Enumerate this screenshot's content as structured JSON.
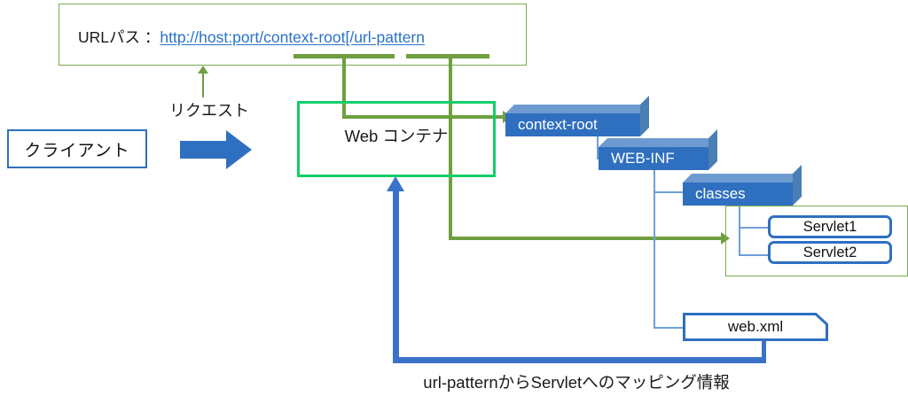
{
  "diagram": {
    "title": "Servlet URL mapping diagram",
    "url_box": {
      "label": "URLパス ：",
      "url": "http://host:port/context-root[/url-pattern",
      "marker_context_root": "context-root underline",
      "marker_url_pattern": "url-pattern underline"
    },
    "request": {
      "label": "リクエスト",
      "arrow_name": "request-up-arrow"
    },
    "client": {
      "label": "クライアント"
    },
    "web_container": {
      "label": "Web コンテナ"
    },
    "tree": [
      {
        "label": "context-root"
      },
      {
        "label": "WEB-INF"
      },
      {
        "label": "classes"
      }
    ],
    "servlets": [
      {
        "label": "Servlet1"
      },
      {
        "label": "Servlet2"
      }
    ],
    "webxml": {
      "label": "web.xml"
    },
    "caption": "url-patternからServletへのマッピング情報",
    "colors": {
      "url_box_border": "#7aab4f",
      "url_link": "#2a72c8",
      "marker_green": "#6f9f3f",
      "container_green": "#11cf68",
      "routing_green": "#6f9f3f",
      "mapping_blue": "#3b72c9",
      "box_face_blue": "#2f6fc0",
      "box_top_blue": "#6d9ad0",
      "box_side_blue": "#4a7fb5",
      "tree_line_blue": "#6f9fd8",
      "text_black": "#1a1a1a"
    }
  }
}
